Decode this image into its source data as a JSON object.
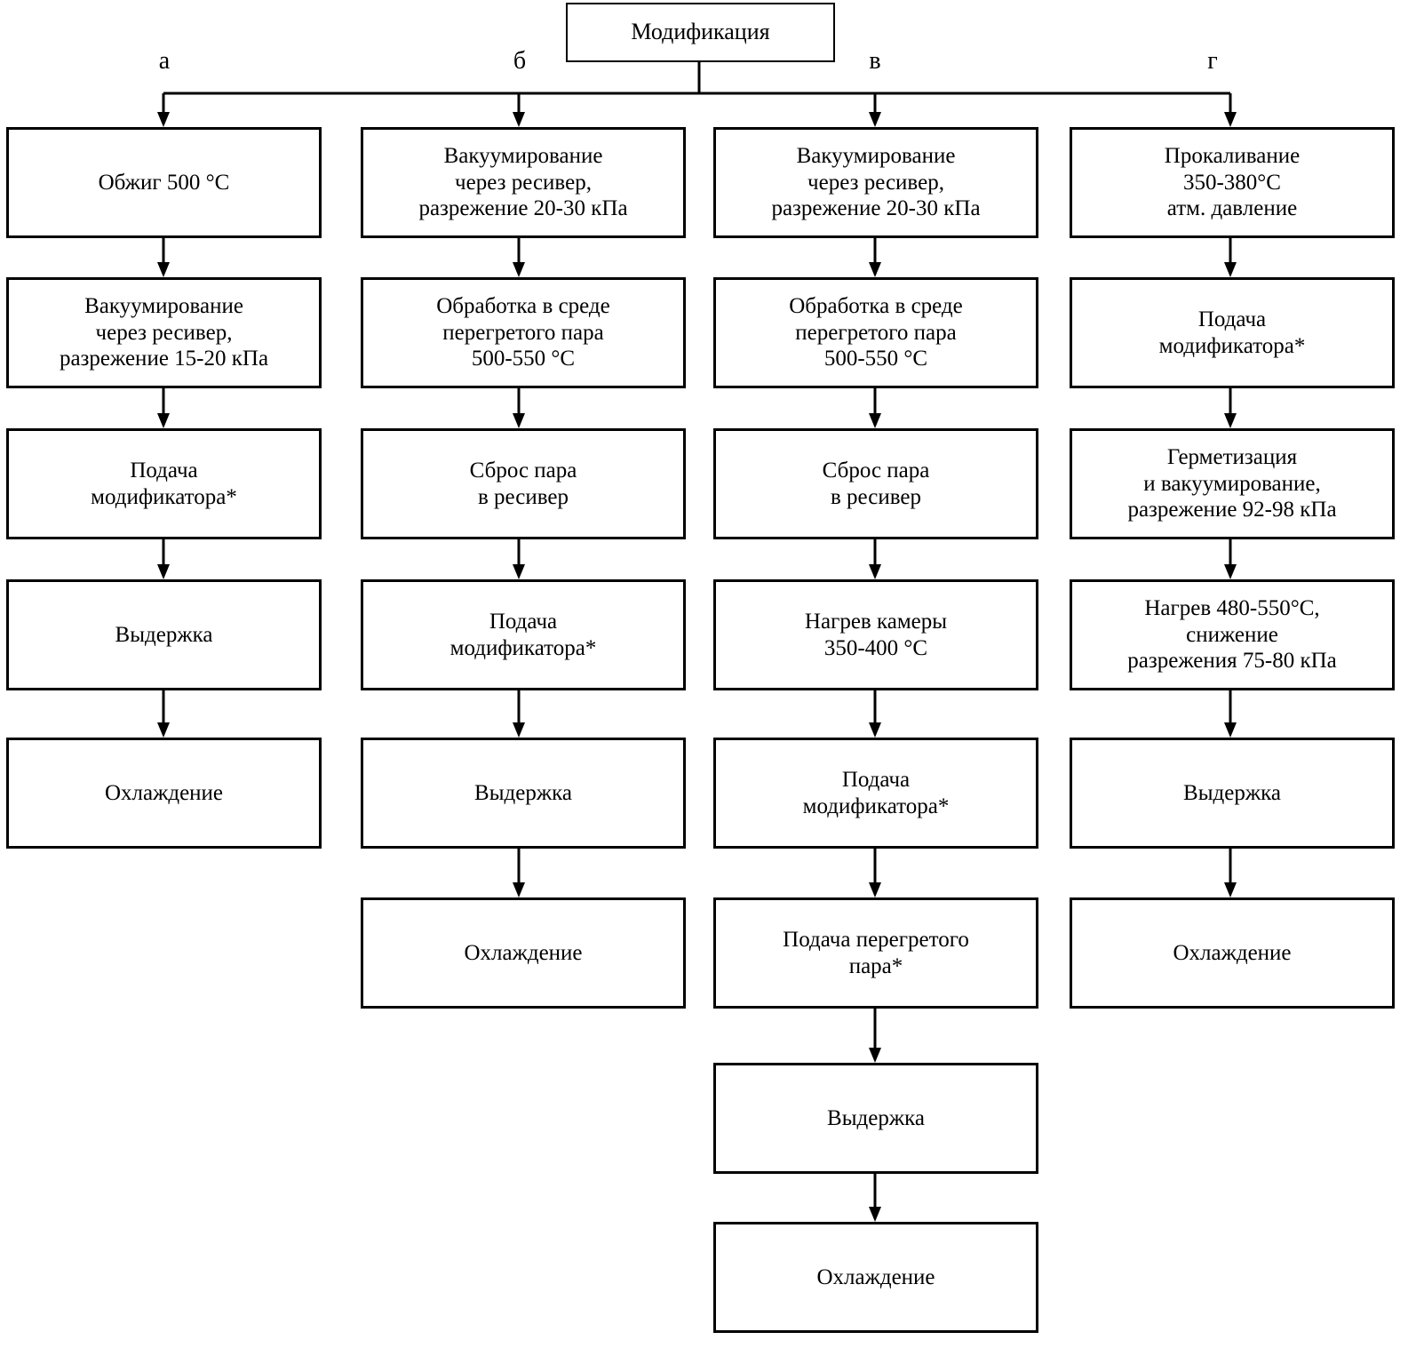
{
  "diagram": {
    "title": "Модификация",
    "footnote_marker": "*",
    "root": {
      "label": "Модификация"
    },
    "branch_labels": [
      {
        "key": "a",
        "label": "а"
      },
      {
        "key": "b",
        "label": "б"
      },
      {
        "key": "v",
        "label": "в"
      },
      {
        "key": "g",
        "label": "г"
      }
    ],
    "colors": {
      "line": "#000000",
      "box_fill": "#ffffff",
      "text": "#000000"
    },
    "columns": [
      {
        "key": "a",
        "label": "а",
        "steps": [
          {
            "label": "Обжиг 500 °C"
          },
          {
            "label": "Вакуумирование\nчерез ресивер,\nразрежение 15-20 кПа"
          },
          {
            "label": "Подача\nмодификатора*"
          },
          {
            "label": "Выдержка"
          },
          {
            "label": "Охлаждение"
          }
        ]
      },
      {
        "key": "b",
        "label": "б",
        "steps": [
          {
            "label": "Вакуумирование\nчерез ресивер,\nразрежение 20-30 кПа"
          },
          {
            "label": "Обработка в среде\nперегретого пара\n500-550 °C"
          },
          {
            "label": "Сброс пара\nв ресивер"
          },
          {
            "label": "Подача\nмодификатора*"
          },
          {
            "label": "Выдержка"
          },
          {
            "label": "Охлаждение"
          }
        ]
      },
      {
        "key": "v",
        "label": "в",
        "steps": [
          {
            "label": "Вакуумирование\nчерез ресивер,\nразрежение 20-30 кПа"
          },
          {
            "label": "Обработка в среде\nперегретого пара\n500-550 °C"
          },
          {
            "label": "Сброс пара\nв ресивер"
          },
          {
            "label": "Нагрев камеры\n350-400 °C"
          },
          {
            "label": "Подача\nмодификатора*"
          },
          {
            "label": "Подача перегретого\nпара*"
          },
          {
            "label": "Выдержка"
          },
          {
            "label": "Охлаждение"
          }
        ]
      },
      {
        "key": "g",
        "label": "г",
        "steps": [
          {
            "label": "Прокаливание\n350-380°C\nатм. давление"
          },
          {
            "label": "Подача\nмодификатора*"
          },
          {
            "label": "Герметизация\nи вакуумирование,\nразрежение 92-98 кПа"
          },
          {
            "label": "Нагрев 480-550°C,\nснижение\nразрежения 75-80 кПа"
          },
          {
            "label": "Выдержка"
          },
          {
            "label": "Охлаждение"
          }
        ]
      }
    ]
  }
}
